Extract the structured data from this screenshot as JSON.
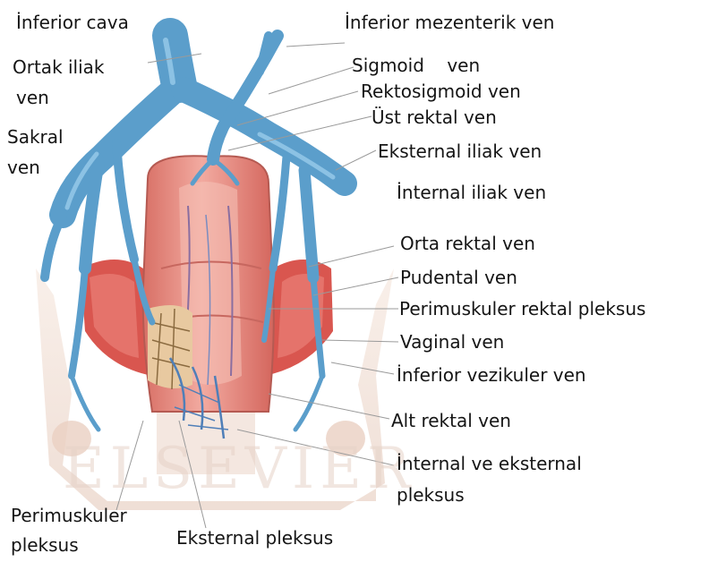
{
  "labels": {
    "inferior_cava": "İnferior cava",
    "inferior_mezenterik_ven": "İnferior mezenterik ven",
    "ortak_iliak_1": "Ortak iliak",
    "ortak_iliak_2": "ven",
    "sigmoid_ven": "Sigmoid    ven",
    "rektosigmoid_ven": "Rektosigmoid ven",
    "ust_rektal_ven": "Üst rektal ven",
    "sakral_1": "Sakral",
    "sakral_2": "ven",
    "eksternal_iliak_ven": "Eksternal iliak ven",
    "internal_iliak_ven": "İnternal iliak ven",
    "orta_rektal_ven": "Orta rektal ven",
    "pudental_ven": "Pudental ven",
    "perimuskuler_rektal_pleksus": "Perimuskuler rektal pleksus",
    "vaginal_ven": "Vaginal ven",
    "inferior_vezikuler_ven": "İnferior vezikuler ven",
    "alt_rektal_ven": "Alt rektal ven",
    "internal_eksternal_1": "İnternal ve eksternal",
    "internal_eksternal_2": "pleksus",
    "perimuskuler_pleksus_1": "Perimuskuler",
    "perimuskuler_pleksus_2": "pleksus",
    "eksternal_pleksus": "Eksternal pleksus"
  },
  "watermark": "ELSEVIER",
  "colors": {
    "vein": "#5b9ecb",
    "vein_dark": "#3f7fae",
    "rectum": "#e7928a",
    "rectum_light": "#f3b7ad",
    "muscle": "#d9564f",
    "bone": "#efd9cc"
  }
}
